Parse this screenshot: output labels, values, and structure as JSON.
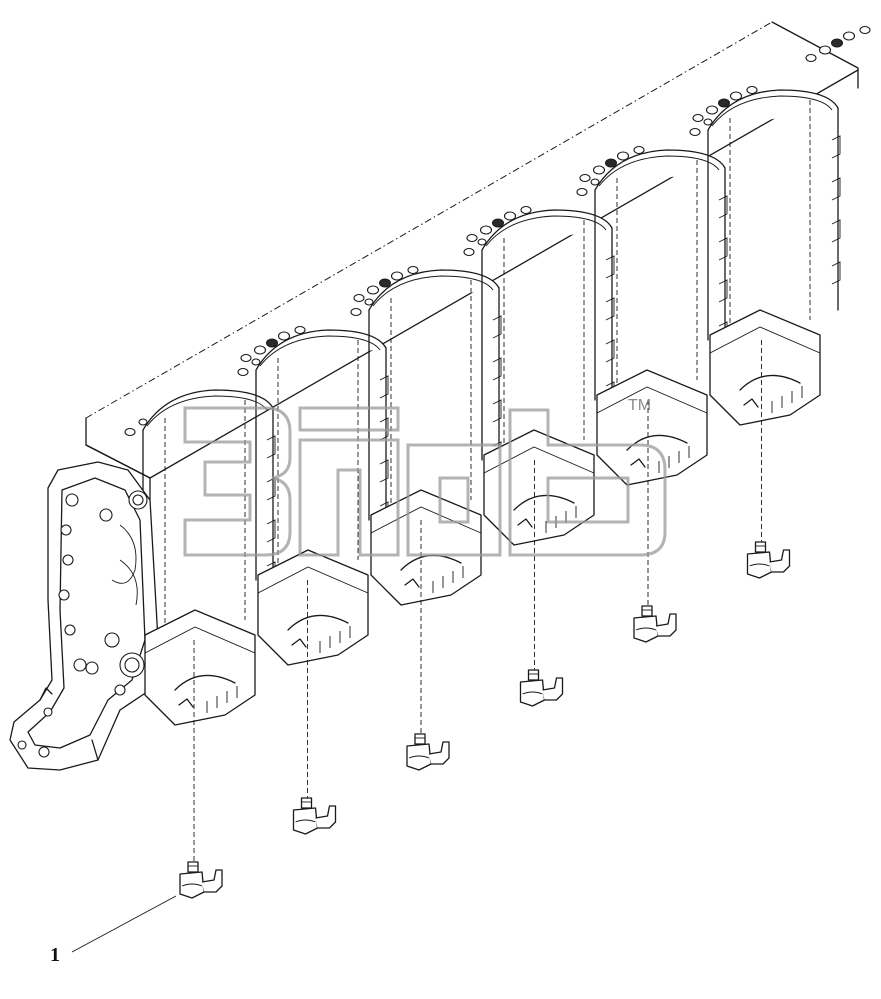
{
  "diagram": {
    "part_callouts": [
      {
        "label": "1"
      }
    ],
    "nozzles": [
      {
        "name": "piston-cooling-nozzle-1"
      },
      {
        "name": "piston-cooling-nozzle-2"
      },
      {
        "name": "piston-cooling-nozzle-3"
      },
      {
        "name": "piston-cooling-nozzle-4"
      },
      {
        "name": "piston-cooling-nozzle-5"
      },
      {
        "name": "piston-cooling-nozzle-6"
      }
    ],
    "cylinders": 6,
    "watermark": {
      "logo": "3nab",
      "trademark": "TM"
    },
    "colors": {
      "line": "#1a1a1a",
      "background": "#ffffff",
      "watermark": "#9a9a9a"
    }
  }
}
